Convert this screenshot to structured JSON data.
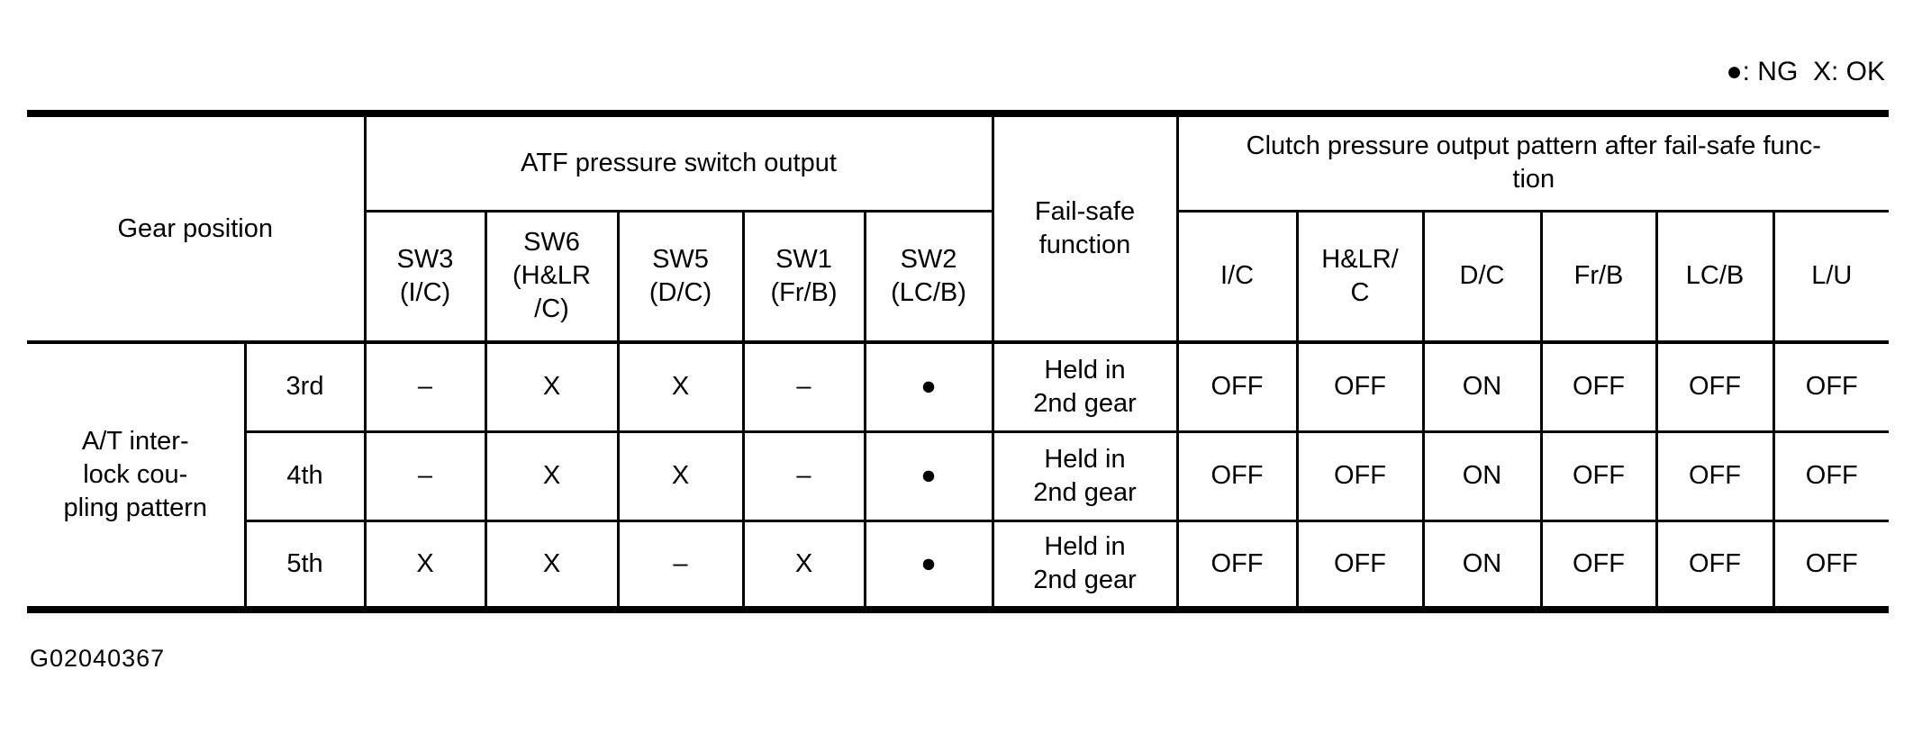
{
  "legend": {
    "text": "●: NG  X: OK"
  },
  "figure_code": "G02040367",
  "table": {
    "header": {
      "gear_position": "Gear position",
      "atf_group": "ATF pressure switch output",
      "fail_safe": "Fail-safe\nfunction",
      "clutch_group": "Clutch pressure output pattern after fail-safe func-\ntion",
      "atf_columns": [
        "SW3\n(I/C)",
        "SW6\n(H&LR\n/C)",
        "SW5\n(D/C)",
        "SW1\n(Fr/B)",
        "SW2\n(LC/B)"
      ],
      "clutch_columns": [
        "I/C",
        "H&LR/\nC",
        "D/C",
        "Fr/B",
        "LC/B",
        "L/U"
      ]
    },
    "row_group_label": "A/T inter-\nlock cou-\npling pattern",
    "rows": [
      {
        "gear": "3rd",
        "switches": [
          "–",
          "X",
          "X",
          "–",
          "●"
        ],
        "fail_safe": "Held in\n2nd gear",
        "clutch": [
          "OFF",
          "OFF",
          "ON",
          "OFF",
          "OFF",
          "OFF"
        ]
      },
      {
        "gear": "4th",
        "switches": [
          "–",
          "X",
          "X",
          "–",
          "●"
        ],
        "fail_safe": "Held in\n2nd gear",
        "clutch": [
          "OFF",
          "OFF",
          "ON",
          "OFF",
          "OFF",
          "OFF"
        ]
      },
      {
        "gear": "5th",
        "switches": [
          "X",
          "X",
          "–",
          "X",
          "●"
        ],
        "fail_safe": "Held in\n2nd gear",
        "clutch": [
          "OFF",
          "OFF",
          "ON",
          "OFF",
          "OFF",
          "OFF"
        ]
      }
    ]
  }
}
